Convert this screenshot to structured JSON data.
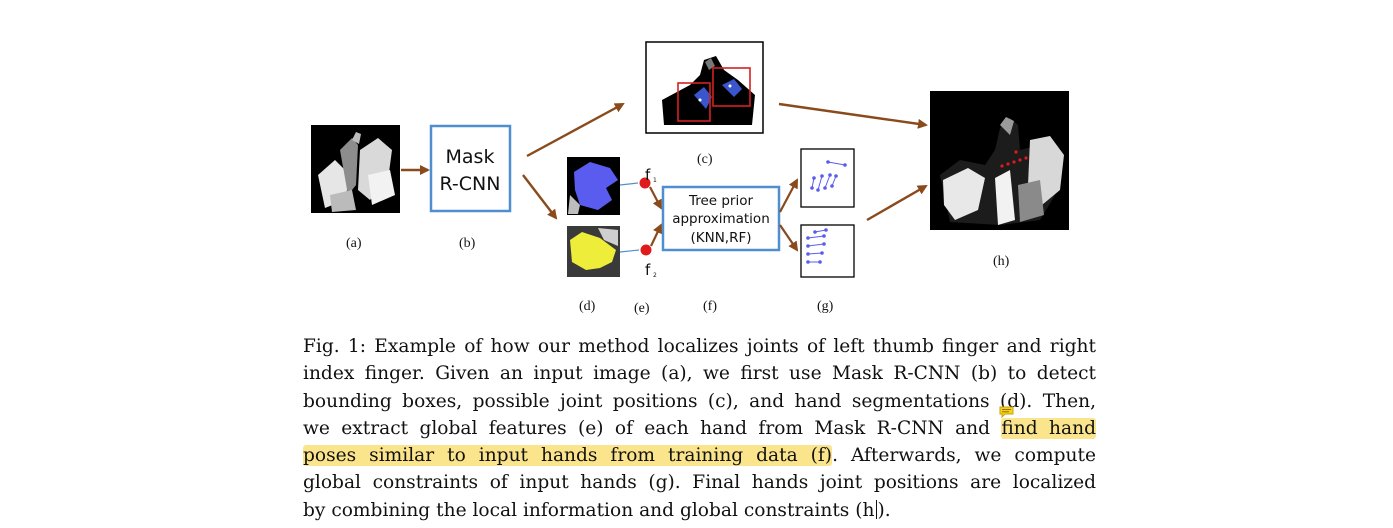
{
  "figure": {
    "panel_labels": {
      "a": "(a)",
      "b": "(b)",
      "c": "(c)",
      "d": "(d)",
      "e": "(e)",
      "f": "(f)",
      "g": "(g)",
      "h": "(h)"
    },
    "mask_rcnn_box": {
      "line1": "Mask",
      "line2": "R-CNN"
    },
    "tree_prior_box": {
      "line1": "Tree prior",
      "line2": "approximation",
      "line3": "(KNN,RF)"
    },
    "feature_labels": {
      "f1": "f",
      "f1_sub": "1",
      "f2": "f",
      "f2_sub": "2"
    },
    "colors": {
      "arrow": "#8a4a1c",
      "box_border": "#4f8fd0",
      "feature_dot": "#e01b1b",
      "hand_blue": "#5a5cf0",
      "hand_yellow": "#eded3a",
      "bbox_red": "#d62020",
      "highlight": "#fbe58c"
    }
  },
  "caption": {
    "line1": "Fig. 1: Example of how our method localizes joints of left thumb finger and right",
    "line2": "index finger. Given an input image (a), we first use Mask R-CNN (b) to detect",
    "line3": "bounding boxes, possible joint positions (c), and hand segmentations (d). Then,",
    "line4_pre": "we extract global features (e) of each hand from Mask R-CNN and ",
    "line4_hl": "find hand",
    "line5_hl": "poses similar to input hands from training data (f)",
    "line5_post": ". Afterwards, we compute",
    "line6": "global constraints of input hands (g). Final hands joint positions are localized",
    "line7_pre": "by combining the local information and global constraints (h",
    "line7_post": ")."
  }
}
